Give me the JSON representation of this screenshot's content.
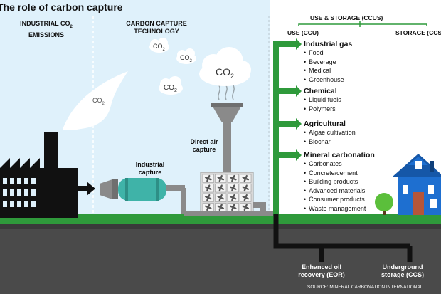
{
  "title": "The role of carbon capture",
  "left": {
    "heading_line1": "INDUSTRIAL CO",
    "heading_sub": "2",
    "heading_line2": "EMISSIONS",
    "smoke_label": "CO",
    "smoke_sub": "2"
  },
  "middle": {
    "heading_line1": "CARBON CAPTURE",
    "heading_line2": "TECHNOLOGY",
    "clouds": [
      {
        "text": "CO",
        "sub": "2"
      },
      {
        "text": "CO",
        "sub": "2"
      },
      {
        "text": "CO",
        "sub": "2"
      },
      {
        "text": "CO",
        "sub": "2"
      }
    ],
    "direct_air_line1": "Direct air",
    "direct_air_line2": "capture",
    "industrial_line1": "Industrial",
    "industrial_line2": "capture"
  },
  "right": {
    "ccus_label": "USE & STORAGE (CCUS)",
    "ccu_label": "USE (CCU)",
    "ccs_label": "STORAGE (CCS)",
    "categories": [
      {
        "title": "Industrial gas",
        "items": [
          "Food",
          "Beverage",
          "Medical",
          "Greenhouse"
        ]
      },
      {
        "title": "Chemical",
        "items": [
          "Liquid fuels",
          "Polymers"
        ]
      },
      {
        "title": "Agricultural",
        "items": [
          "Algae cultivation",
          "Biochar"
        ]
      },
      {
        "title": "Mineral carbonation",
        "items": [
          "Carbonates",
          "Concrete/cement",
          "Building products",
          "Advanced materials",
          "Consumer products",
          "Waste management"
        ]
      }
    ],
    "eor_line1": "Enhanced oil",
    "eor_line2": "recovery (EOR)",
    "storage_line1": "Underground",
    "storage_line2": "storage (CCS)"
  },
  "source": "SOURCE: MINERAL CARBONATION INTERNATIONAL",
  "colors": {
    "sky": "#dff1fb",
    "green": "#2f9a3b",
    "ground": "#3a3a3a",
    "factory": "#111111",
    "pipe": "#8a8a8a",
    "capture_unit": "#3fb3a8",
    "house": "#1e6fd0",
    "right_panel": "#ffffff"
  }
}
